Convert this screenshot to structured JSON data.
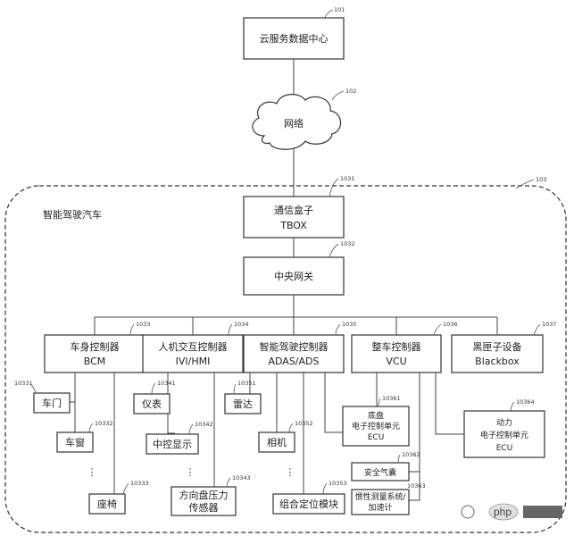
{
  "cloud_center": {
    "line1": "云服务数据中心",
    "ref": "101"
  },
  "network": {
    "label": "网络",
    "ref": "102"
  },
  "vehicle": {
    "title": "智能驾驶汽车",
    "ref": "103"
  },
  "tbox": {
    "line1": "通信盒子",
    "line2": "TBOX",
    "ref": "1031"
  },
  "gateway": {
    "line1": "中央网关",
    "ref": "1032"
  },
  "bcm": {
    "line1": "车身控制器",
    "line2": "BCM",
    "ref": "1033"
  },
  "ivi": {
    "line1": "人机交互控制器",
    "line2": "IVI/HMI",
    "ref": "1034"
  },
  "adas": {
    "line1": "智能驾驶控制器",
    "line2": "ADAS/ADS",
    "ref": "1035"
  },
  "vcu": {
    "line1": "整车控制器",
    "line2": "VCU",
    "ref": "1036"
  },
  "blackbox": {
    "line1": "黑匣子设备",
    "line2": "Blackbox",
    "ref": "1037"
  },
  "door": {
    "line1": "车门",
    "ref": "10331"
  },
  "window": {
    "line1": "车窗",
    "ref": "10332"
  },
  "seat": {
    "line1": "座椅",
    "ref": "10333"
  },
  "instrument": {
    "line1": "仪表",
    "ref": "10341"
  },
  "center_display": {
    "line1": "中控显示",
    "ref": "10342"
  },
  "steering_sensor": {
    "line1": "方向盘压力",
    "line2": "传感器",
    "ref": "10343"
  },
  "radar": {
    "line1": "雷达",
    "ref": "10351"
  },
  "camera": {
    "line1": "相机",
    "ref": "10352"
  },
  "positioning": {
    "line1": "组合定位模块",
    "ref": "10353"
  },
  "chassis_ecu": {
    "line1": "底盘",
    "line2": "电子控制单元",
    "line3": "ECU",
    "ref": "10361"
  },
  "airbag": {
    "line1": "安全气囊",
    "ref": "10362"
  },
  "imu": {
    "line1": "惯性测量系统/",
    "line2": "加速计",
    "ref": "10363"
  },
  "power_ecu": {
    "line1": "动力",
    "line2": "电子控制单元",
    "line3": "ECU",
    "ref": "10364"
  },
  "ellipsis": "⋮",
  "watermark": {
    "text": "php"
  }
}
